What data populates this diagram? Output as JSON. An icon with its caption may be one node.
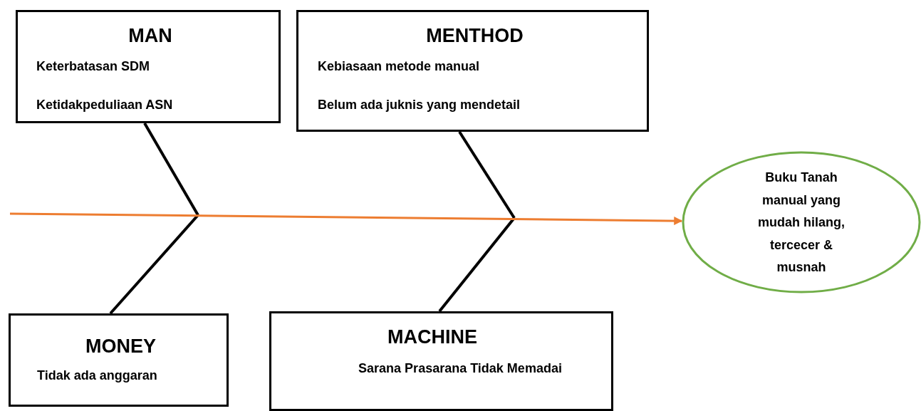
{
  "diagram": {
    "nodes": [
      {
        "text": [
          "MAN",
          "Keterbatasan SDM",
          "Ketidakpeduliaan ASN"
        ]
      },
      {
        "text": [
          "MENTHOD",
          "Kebiasaan metode manual",
          "Belum ada juknis yang mendetail"
        ]
      },
      {
        "text": [
          "Buku Tanah manual yang mudah hilang, tercecer & musnah"
        ]
      },
      {
        "text": [
          "MONEY",
          "Tidak ada anggaran"
        ]
      },
      {
        "text": [
          "MACHINE",
          "Sarana Prasarana Tidak Memadai"
        ]
      }
    ],
    "edges": [
      {
        "from": 0,
        "to": null,
        "arrow": "none"
      },
      {
        "from": 3,
        "to": null,
        "arrow": "none"
      },
      {
        "from": 1,
        "to": null,
        "arrow": "none"
      },
      {
        "from": 4,
        "to": null,
        "arrow": "none"
      },
      {
        "from": null,
        "to": 2,
        "arrow": "to",
        "color": "#ed7d31"
      }
    ]
  }
}
